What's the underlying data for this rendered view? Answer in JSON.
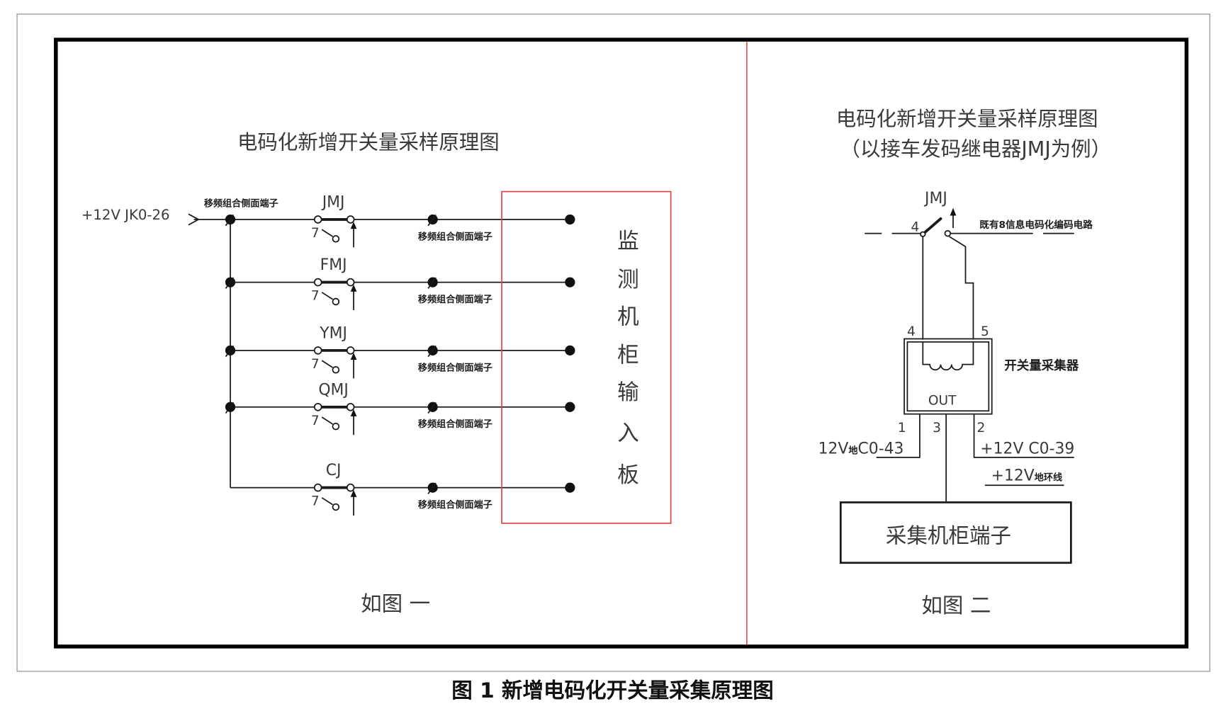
{
  "figure": {
    "caption": "图 1  新增电码化开关量采集原理图"
  },
  "left_panel": {
    "title": "电码化新增开关量采样原理图",
    "supply_label": "+12V JK0-26",
    "terminal_label": "移频组合侧面端子",
    "relays": [
      {
        "name": "JMJ",
        "contact": "7"
      },
      {
        "name": "FMJ",
        "contact": "7"
      },
      {
        "name": "YMJ",
        "contact": "7"
      },
      {
        "name": "QMJ",
        "contact": "7"
      },
      {
        "name": "CJ",
        "contact": "7"
      }
    ],
    "monitor_board": [
      "监",
      "测",
      "机",
      "柜",
      "输",
      "入",
      "板"
    ],
    "figure_label": "如图 一"
  },
  "right_panel": {
    "title_line1": "电码化新增开关量采样原理图",
    "title_line2": "（以接车发码继电器JMJ为例）",
    "relay_name": "JMJ",
    "relay_contact": "4",
    "existing_circuit": "既有8信息电码化编码电路",
    "collector": {
      "label": "开关量采集器",
      "output": "OUT",
      "pin_in_left": "4",
      "pin_in_right": "5",
      "pin_1": "1",
      "pin_3": "3",
      "pin_2": "2"
    },
    "pin1_wire": [
      "12V",
      "地",
      "C0-43"
    ],
    "pin2_wire": "+12V C0-39",
    "loop_wire": [
      "+12V",
      "地环线"
    ],
    "terminal_box": "采集机柜端子",
    "figure_label": "如图 二"
  },
  "colors": {
    "frame": "#000000",
    "divider": "#e0403f",
    "monitor_box": "#e0403f",
    "outer_frame": "#9a9a9a"
  }
}
